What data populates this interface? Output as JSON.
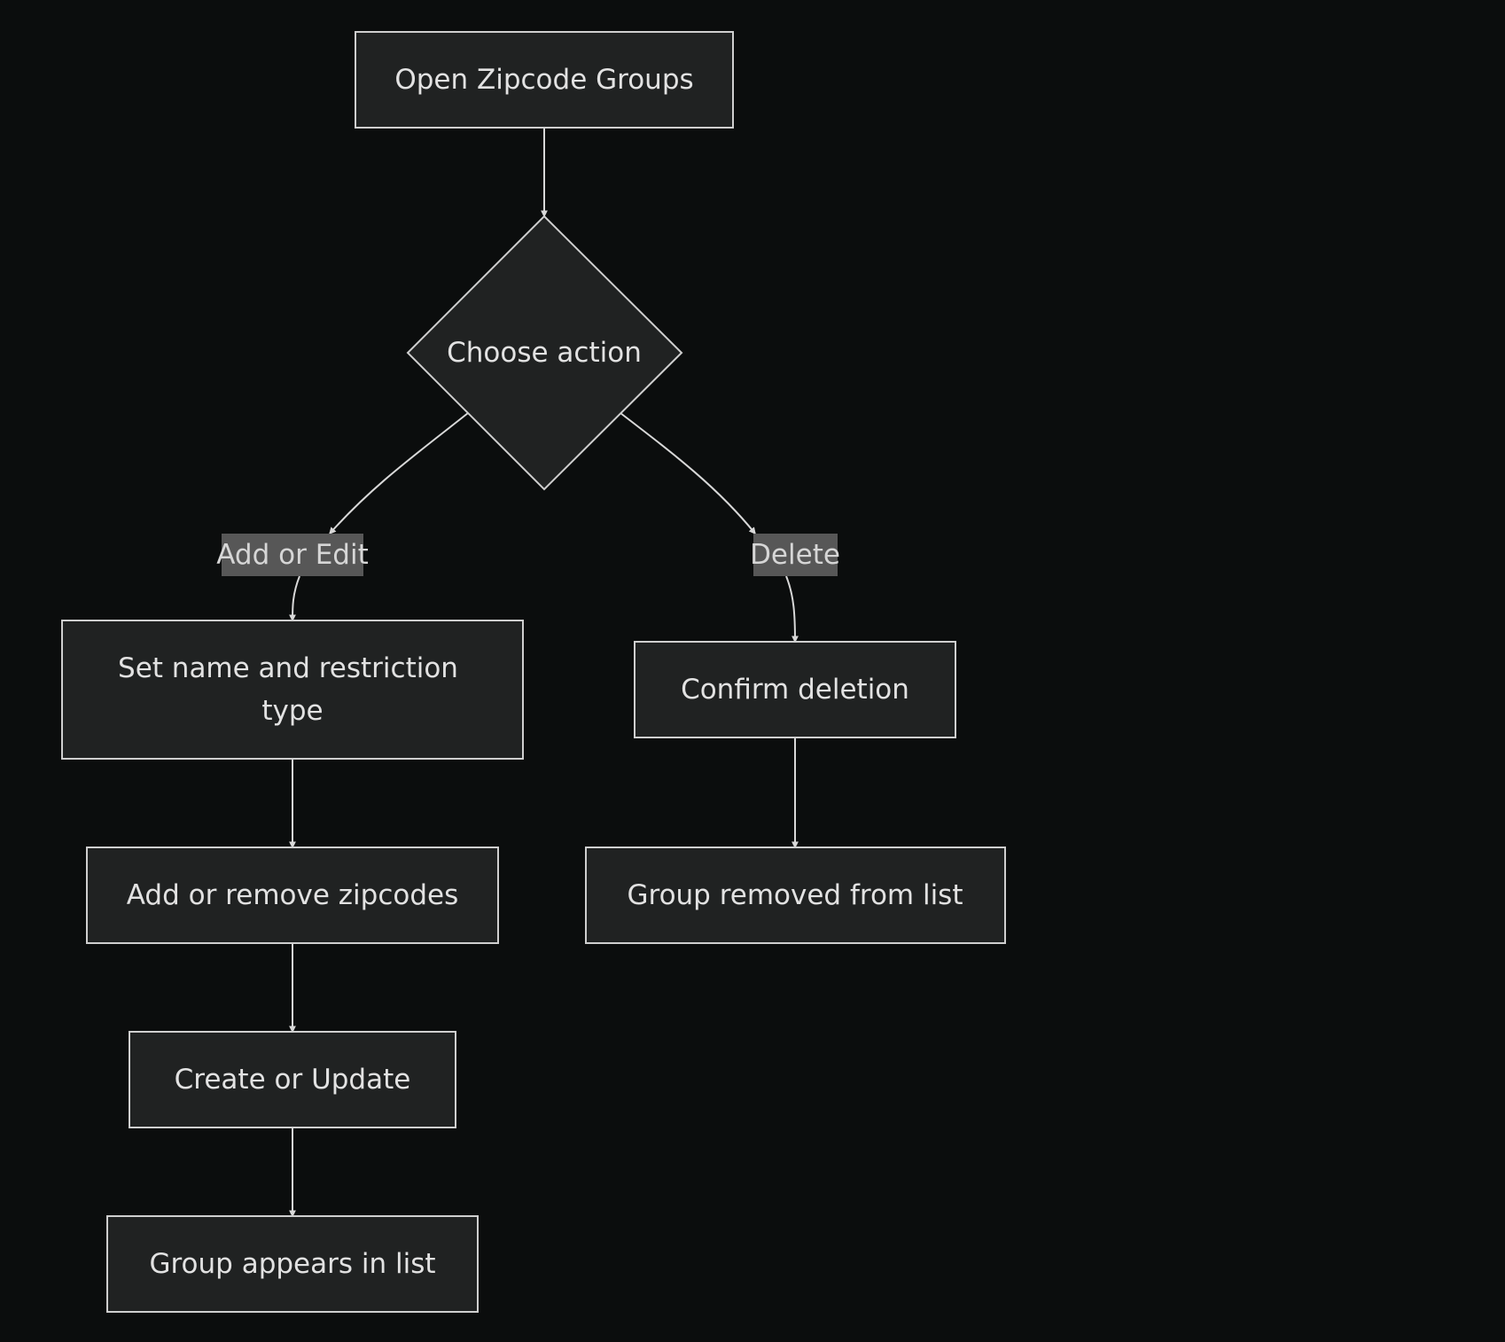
{
  "diagram": {
    "nodes": {
      "open": {
        "label": "Open Zipcode Groups"
      },
      "choose": {
        "label": "Choose action"
      },
      "set_name": {
        "line1": "Set name and restriction",
        "line2": "type"
      },
      "add_remove": {
        "label": "Add or remove zipcodes"
      },
      "create_update": {
        "label": "Create or Update"
      },
      "appears": {
        "label": "Group appears in list"
      },
      "confirm": {
        "label": "Confirm deletion"
      },
      "removed": {
        "label": "Group removed from list"
      }
    },
    "edges": {
      "add_edit": {
        "label": "Add or Edit"
      },
      "delete": {
        "label": "Delete"
      }
    }
  }
}
